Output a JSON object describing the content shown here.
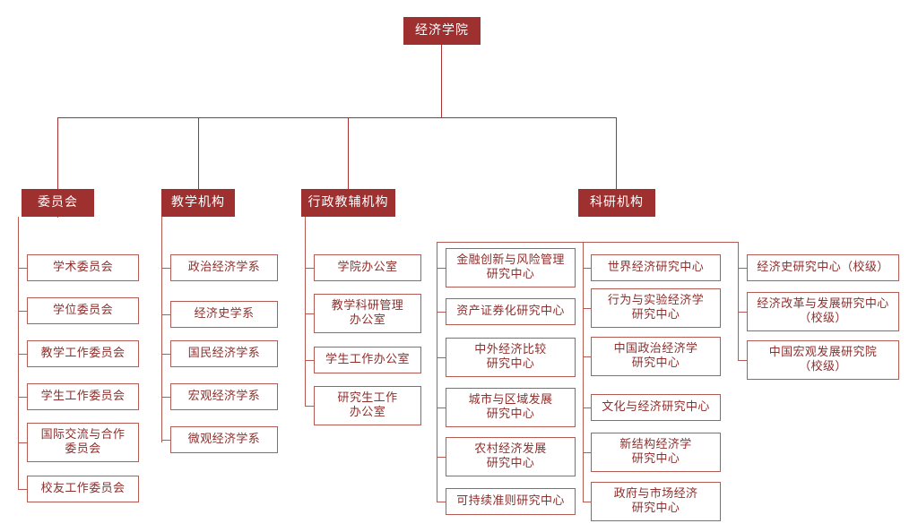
{
  "colors": {
    "header_fill": "#9e3030",
    "header_text": "#ffffff",
    "leaf_border": "#b35a52",
    "leaf_text": "#8e2f2c",
    "edge": "#a83232",
    "background": "#ffffff"
  },
  "root": {
    "label": "经济学院"
  },
  "groups": [
    {
      "key": "committees",
      "label": "委员会",
      "items": [
        "学术委员会",
        "学位委员会",
        "教学工作委员会",
        "学生工作委员会",
        "国际交流与合作\n委员会",
        "校友工作委员会"
      ]
    },
    {
      "key": "teaching",
      "label": "教学机构",
      "items": [
        "政治经济学系",
        "经济史学系",
        "国民经济学系",
        "宏观经济学系",
        "微观经济学系"
      ]
    },
    {
      "key": "administrative",
      "label": "行政教辅机构",
      "items": [
        "学院办公室",
        "教学科研管理\n办公室",
        "学生工作办公室",
        "研究生工作\n办公室"
      ]
    },
    {
      "key": "research",
      "label": "科研机构",
      "columns": [
        {
          "key": "research-col-1",
          "items": [
            "金融创新与风险管理\n研究中心",
            "资产证券化研究中心",
            "中外经济比较\n研究中心",
            "城市与区域发展\n研究中心",
            "农村经济发展\n研究中心",
            "可持续准则研究中心"
          ]
        },
        {
          "key": "research-col-2",
          "items": [
            "世界经济研究中心",
            "行为与实验经济学\n研究中心",
            "中国政治经济学\n研究中心",
            "文化与经济研究中心",
            "新结构经济学\n研究中心",
            "政府与市场经济\n研究中心"
          ]
        },
        {
          "key": "research-col-3",
          "items": [
            "经济史研究中心（校级）",
            "经济改革与发展研究中心\n（校级）",
            "中国宏观发展研究院\n（校级）"
          ]
        }
      ]
    }
  ]
}
